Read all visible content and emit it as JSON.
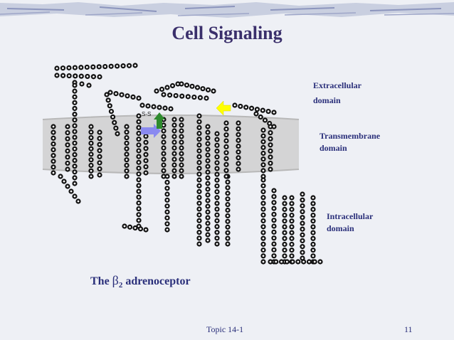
{
  "slide": {
    "title": "Cell Signaling",
    "labels": {
      "extracellular": "Extracellular",
      "extracellular_2": "domain",
      "transmembrane": "Transmembrane",
      "transmembrane_2": "domain",
      "intracellular": "Intracellular",
      "intracellular_2": "domain"
    },
    "disulfide": "S-S",
    "caption_prefix": "The",
    "caption_symbol": "β",
    "caption_sub": "2",
    "caption_suffix": "adrenoceptor",
    "footer_center": "Topic 14-1",
    "footer_page": "11"
  },
  "colors": {
    "title": "#3a2f6b",
    "text": "#2a2f7a",
    "membrane": "#c9c9c9",
    "residue": "#111111",
    "arrow_blue": "#8a8af0",
    "arrow_green": "#2e8b2e",
    "arrow_yellow": "#ffff00"
  },
  "icons": [
    "blue-arrow-icon",
    "green-arrow-icon",
    "yellow-arrow-icon"
  ]
}
